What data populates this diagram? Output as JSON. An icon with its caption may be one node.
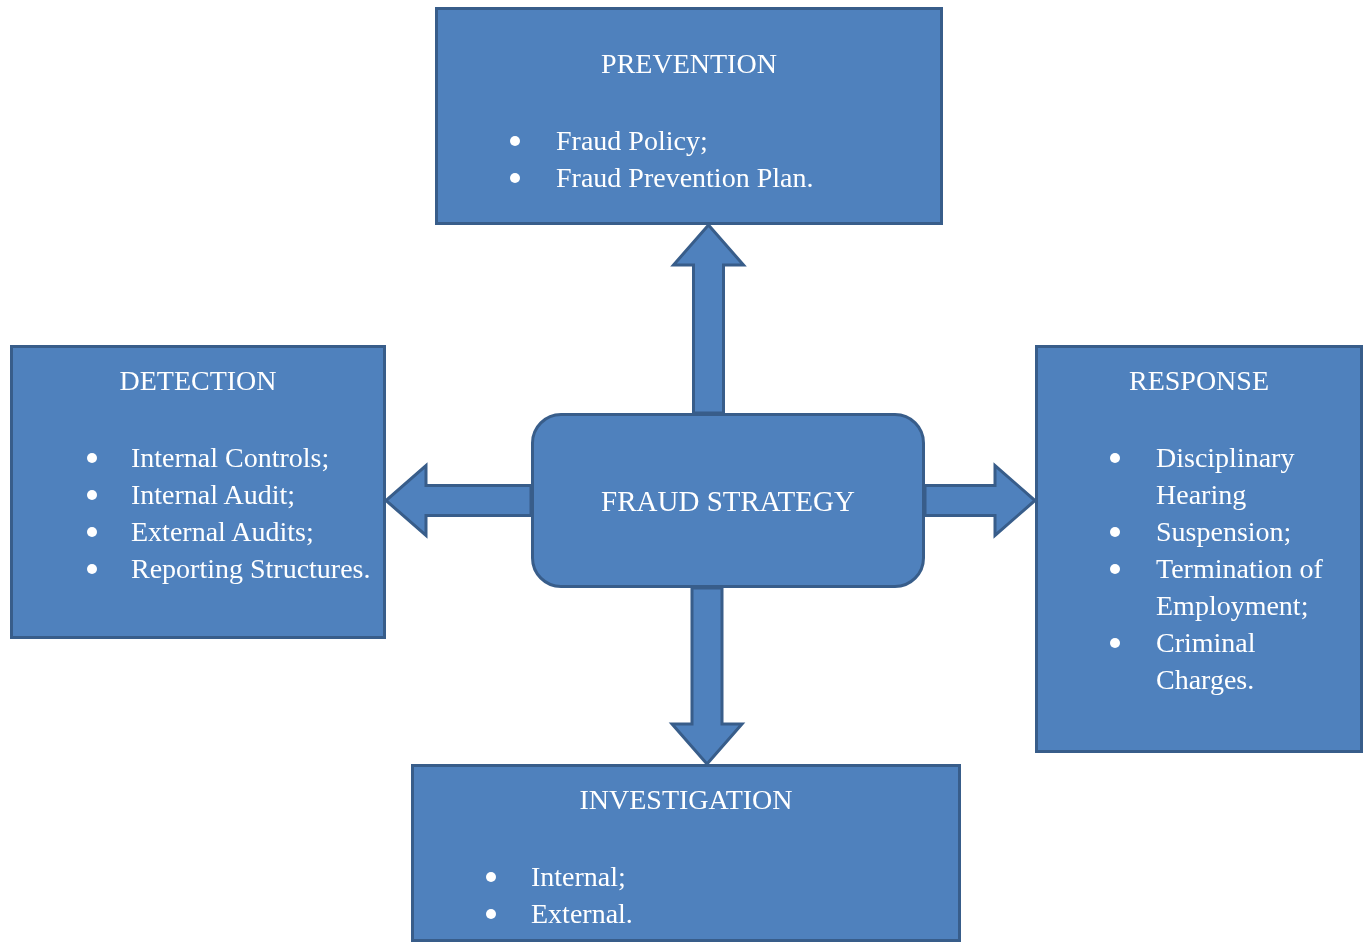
{
  "diagram": {
    "nodes": [
      {
        "text": [
          "PREVENTION",
          "Fraud Policy;",
          "Fraud Prevention Plan."
        ]
      },
      {
        "text": [
          "DETECTION",
          "Internal Controls;",
          "Internal Audit;",
          "External Audits;",
          "Reporting Structures."
        ]
      },
      {
        "text": [
          "FRAUD STRATEGY"
        ]
      },
      {
        "text": [
          "RESPONSE",
          "Disciplinary Hearing",
          "Suspension;",
          "Termination of Employment;",
          "Criminal Charges."
        ]
      },
      {
        "text": [
          "INVESTIGATION",
          "Internal;",
          "External."
        ]
      }
    ],
    "edges": [
      {
        "from": 2,
        "to": 0,
        "arrow": "to"
      },
      {
        "from": 2,
        "to": 1,
        "arrow": "to"
      },
      {
        "from": 2,
        "to": 3,
        "arrow": "to"
      },
      {
        "from": 2,
        "to": 4,
        "arrow": "to"
      }
    ]
  }
}
